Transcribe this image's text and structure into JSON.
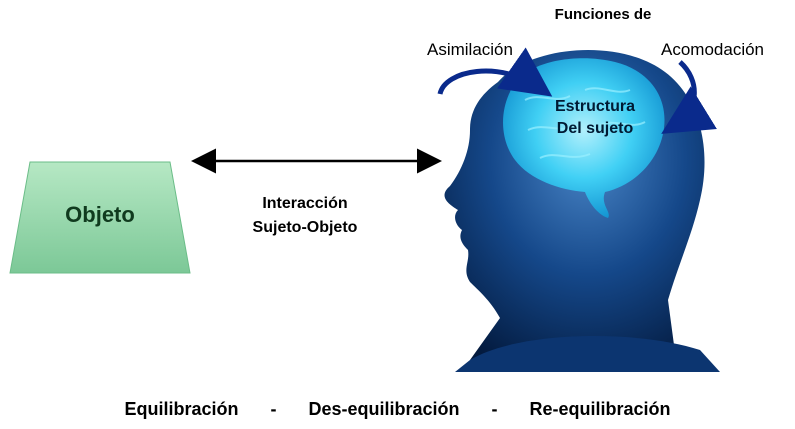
{
  "top_title": "Funciones de",
  "functions": {
    "left": "Asimilación",
    "right": "Acomodación"
  },
  "brain": {
    "line1": "Estructura",
    "line2": "Del sujeto"
  },
  "object_label": "Objeto",
  "interaction": {
    "line1": "Interacción",
    "line2": "Sujeto-Objeto"
  },
  "bottom": {
    "item1": "Equilibración",
    "sep1": "-",
    "item2": "Des-equilibración",
    "sep2": "-",
    "item3": "Re-equilibración"
  },
  "colors": {
    "object_fill": "#8fd3a5",
    "head": "#0d3f7a",
    "brain": "#3ad3f7",
    "arrow": "#0a2a8c"
  }
}
